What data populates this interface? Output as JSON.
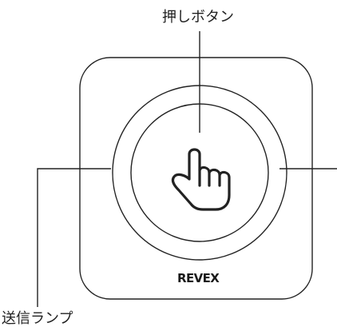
{
  "labels": {
    "push_button": "押しボタン",
    "send_lamp": "送信ランプ"
  },
  "device": {
    "brand": "REVEX"
  },
  "icons": {
    "button": "pointing-hand-icon"
  },
  "colors": {
    "stroke": "#222222",
    "background": "#ffffff"
  }
}
